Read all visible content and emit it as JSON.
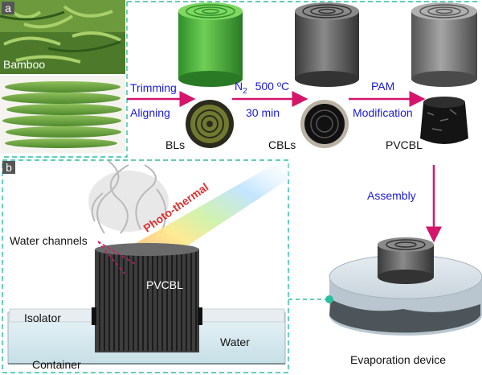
{
  "panel_a": {
    "tag": "a",
    "bamboo_label": "Bamboo",
    "step1_top": "Trimming",
    "step1_bottom": "Aligning",
    "step2_top_n": "N",
    "step2_top_sub": "2",
    "step2_top_temp": "500 ºC",
    "step2_bottom": "30 min",
    "step3_top": "PAM",
    "step3_bottom": "Modification",
    "bls": "BLs",
    "cbls": "CBLs",
    "pvcbl": "PVCBL",
    "assembly": "Assembly",
    "device": "Evaporation device"
  },
  "panel_b": {
    "tag": "b",
    "photothermal": "Photo-thermal",
    "water_channels": "Water channels",
    "pvcbl": "PVCBL",
    "isolator": "Isolator",
    "water": "Water",
    "container": "Container"
  },
  "colors": {
    "arrow": "#d4156b",
    "step_text": "#1a1adc",
    "photothermal_text": "#e03030",
    "dashed_frame": "#2bbfa0"
  }
}
